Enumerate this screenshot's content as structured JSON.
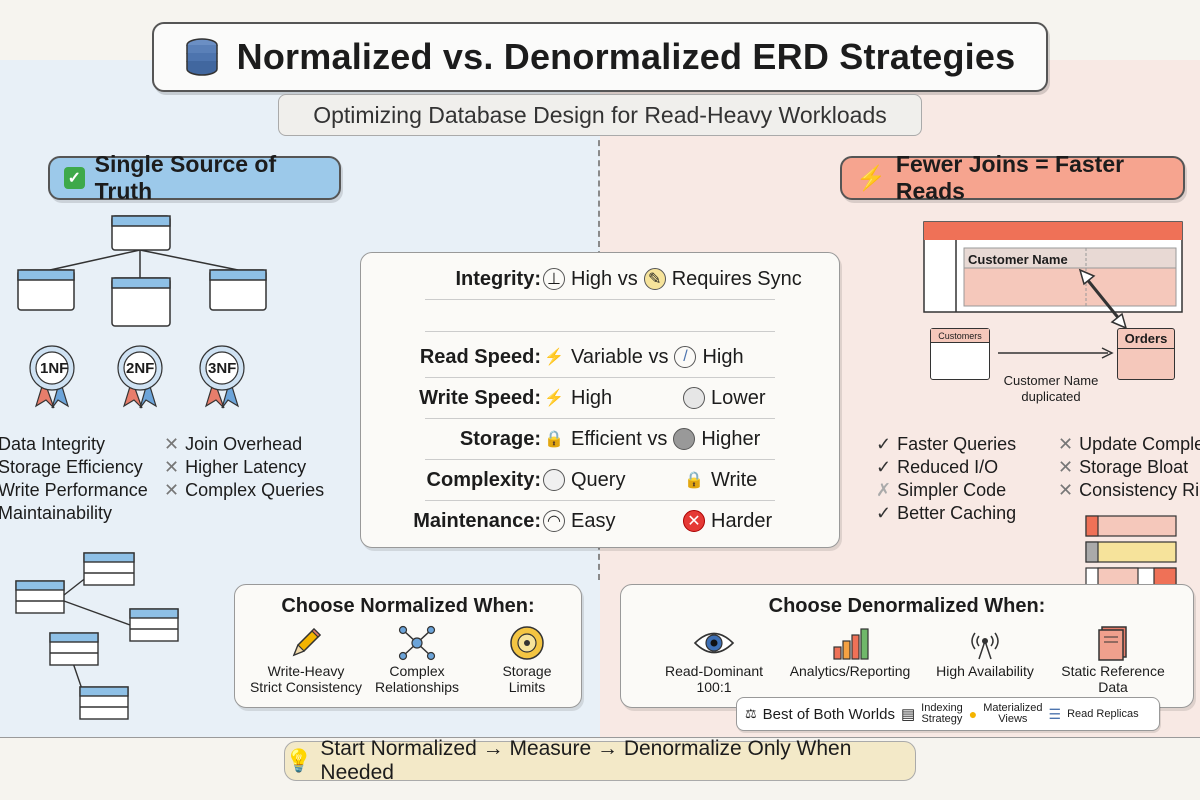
{
  "title": "Normalized vs. Denormalized ERD Strategies",
  "subtitle": "Optimizing Database Design for Read-Heavy Workloads",
  "left": {
    "header": "Single Source of Truth",
    "badges": [
      "1NF",
      "2NF",
      "3NF"
    ],
    "pros": [
      "Data Integrity",
      "Storage Efficiency",
      "Write Performance",
      "Maintainability"
    ],
    "cons": [
      "Join Overhead",
      "Higher Latency",
      "Complex Queries"
    ]
  },
  "right": {
    "header": "Fewer Joins = Faster Reads",
    "table_field": "Customer Name",
    "entity_left": "Customers",
    "entity_right": "Orders",
    "dup_note_1": "Customer Name",
    "dup_note_2": "duplicated",
    "pros": [
      "Faster Queries",
      "Reduced I/O",
      "Simpler Code",
      "Better Caching"
    ],
    "cons": [
      "Update Comple",
      "Storage Bloat",
      "Consistency Ri"
    ]
  },
  "comparison": [
    {
      "label": "Integrity:",
      "a": "High vs",
      "b": "Requires Sync",
      "ia": "shield-icon",
      "ib": "sync-icon"
    },
    {
      "label": "Read Speed:",
      "a": "Variable vs",
      "b": "High",
      "ia": "bolt-icon",
      "ib": "pencil-icon"
    },
    {
      "label": "Write Speed:",
      "a": "High",
      "b": "Lower",
      "ia": "bolt-icon",
      "ib": "circle-icon"
    },
    {
      "label": "Storage:",
      "a": "Efficient vs",
      "b": "Higher",
      "ia": "lock-icon",
      "ib": "disk-icon"
    },
    {
      "label": "Complexity:",
      "a": "Query",
      "b": "Write",
      "ia": "circle-icon",
      "ib": "lock-icon"
    },
    {
      "label": "Maintenance:",
      "a": "Easy",
      "b": "Harder",
      "ia": "gauge-icon",
      "ib": "x-circle-icon"
    }
  ],
  "choose_normalized": {
    "title": "Choose Normalized When:",
    "items": [
      {
        "l1": "Write-Heavy",
        "l2": "Strict Consistency"
      },
      {
        "l1": "Complex",
        "l2": "Relationships"
      },
      {
        "l1": "Storage",
        "l2": "Limits"
      }
    ]
  },
  "choose_denormalized": {
    "title": "Choose Denormalized When:",
    "items": [
      {
        "l1": "Read-Dominant",
        "l2": "100:1"
      },
      {
        "l1": "Analytics/Reporting",
        "l2": ""
      },
      {
        "l1": "High Availability",
        "l2": ""
      },
      {
        "l1": "Static Reference",
        "l2": "Data"
      }
    ]
  },
  "best_of_both": {
    "label": "Best of Both Worlds",
    "indexing_1": "Indexing",
    "indexing_2": "Strategy",
    "mat_1": "Materialized",
    "mat_2": "Views",
    "replicas": "Read Replicas"
  },
  "footer": "Start Normalized → Measure → Denormalize Only When Needed",
  "colors": {
    "left_bg": "#e8f0f7",
    "right_bg": "#f8e9e4",
    "blue_accent": "#9cc9ea",
    "salmon_accent": "#f6a48f"
  }
}
